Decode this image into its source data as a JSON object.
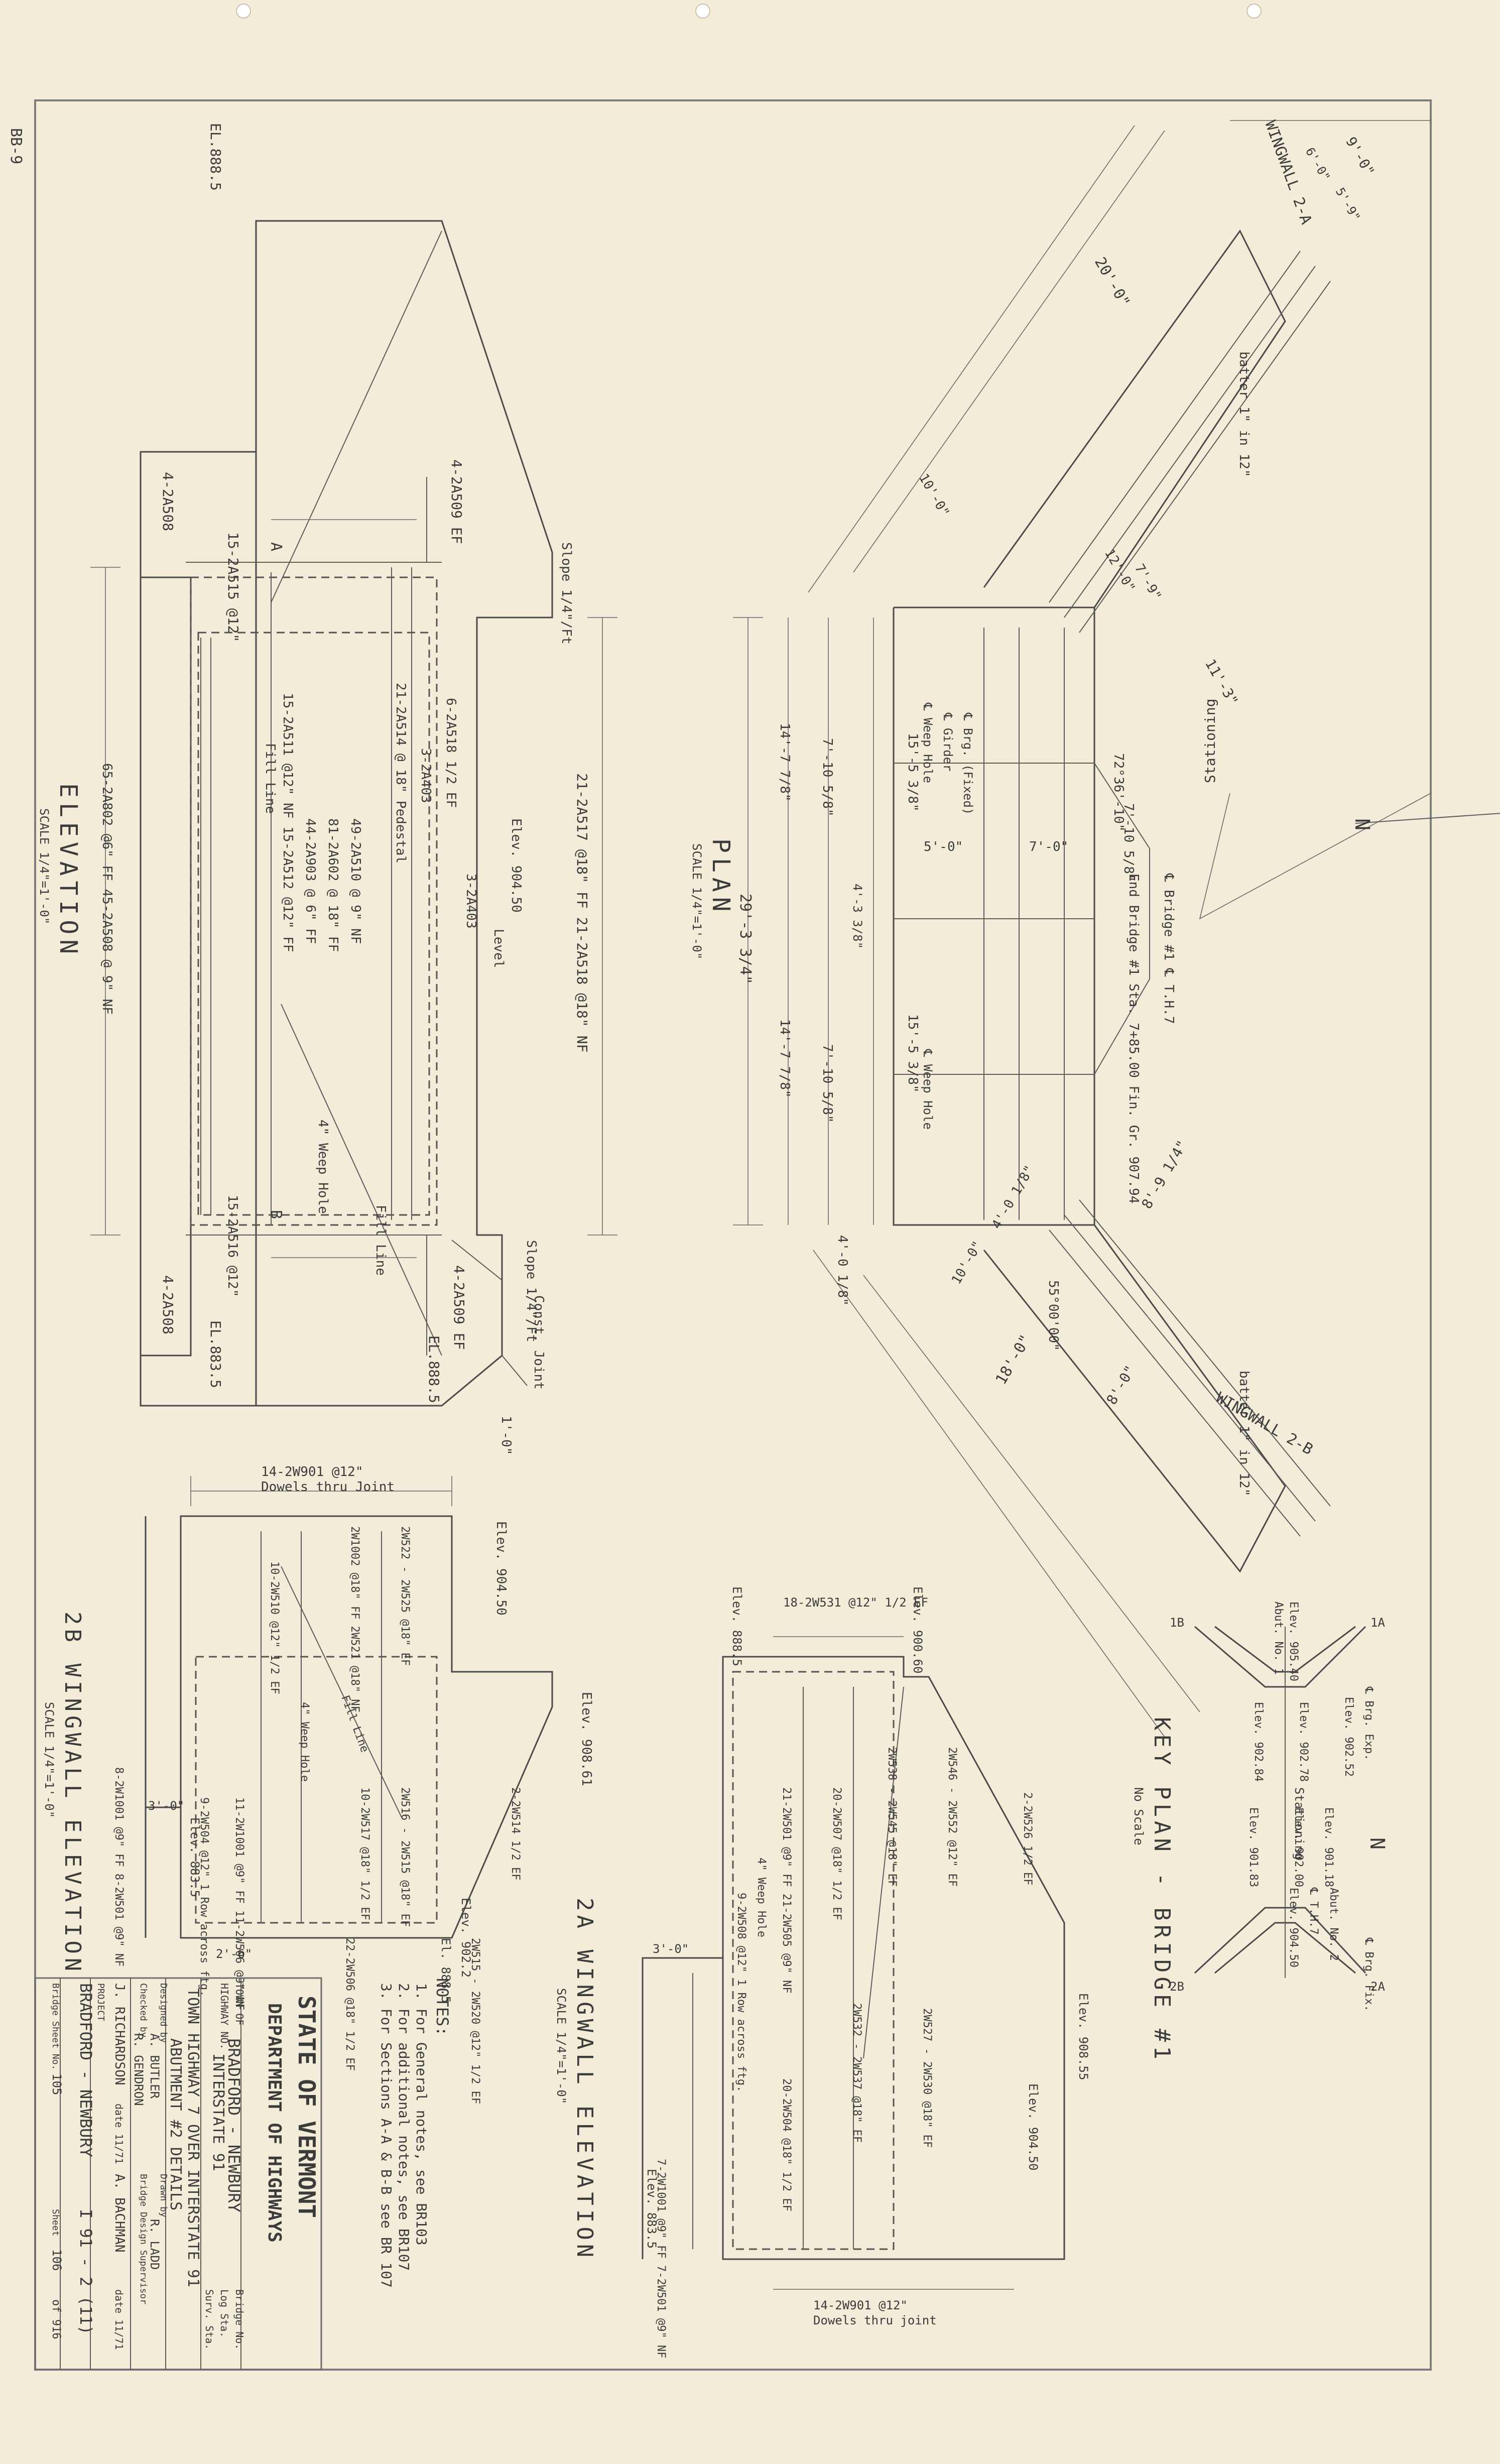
{
  "sheet_number": "BB-9",
  "title_block": {
    "state": "STATE OF VERMONT",
    "department": "DEPARTMENT OF HIGHWAYS",
    "town_label": "TOWN OF",
    "town": "BRADFORD - NEWBURY",
    "highway_label": "HIGHWAY NO.",
    "highway": "INTERSTATE 91",
    "bridge_no_label": "Bridge No.",
    "log_sta_label": "Log Sta.",
    "surv_sta_label": "Surv. Sta.",
    "description_1": "TOWN HIGHWAY 7 OVER INTERSTATE 91",
    "description_2": "ABUTMENT #2 DETAILS",
    "designed_by_label": "Designed by",
    "designed_by": "A. BUTLER",
    "drawn_by_label": "Drawn by",
    "drawn_by": "R. LADD",
    "checked_by_label": "Checked by",
    "checked_by": "R. GENDRON",
    "supervisor_label": "Bridge Design Supervisor",
    "traced_by": "J. RICHARDSON",
    "traced_date": "date 11/71",
    "engineer": "A. BACHMAN",
    "engineer_date": "date 11/71",
    "project_label": "PROJECT",
    "project": "BRADFORD - NEWBURY",
    "project_no": "I 91 - 2 (11)",
    "bridge_sheet_label": "Bridge Sheet No.",
    "bridge_sheet": "105",
    "sheet_label": "Sheet",
    "sheet": "106",
    "sheet_of": "of 916"
  },
  "notes": {
    "heading": "NOTES:",
    "items": [
      "1. For General notes, see BR103",
      "2. For additional notes, see BR107",
      "3. For Sections A-A & B-B see BR 107"
    ]
  },
  "elevation": {
    "title": "ELEVATION",
    "scale": "SCALE 1/4\"=1'-0\"",
    "labels": {
      "el_top_left": "EL.888.5",
      "el_bot_left": "EL.883.5",
      "el_bot_right": "EL.888.5",
      "bar_a": "4-2A508",
      "bar_b": "15-2A515 @12\"",
      "bar_c": "4-2A509 EF",
      "slope_top": "Slope 1/4\"/Ft",
      "slope_bot": "Slope 1/4\"/Ft",
      "bars_15": "15-2A511 @12\" NF 15-2A512 @12\" FF",
      "bars_6": "6-2A518 1/2 EF",
      "bars_3a": "3-2A403",
      "bars_3b": "3-2A403",
      "bars_49": "49-2A510 @ 9\" NF",
      "bars_81": "81-2A602 @ 18\" FF",
      "bars_44": "44-2A903 @ 6\" FF",
      "bars_21a": "21-2A514 @ 18\" Pedestal",
      "bars_21b": "21-2A517 @18\" FF 21-2A518 @18\" NF",
      "elev_904": "Elev. 904.50",
      "level": "Level",
      "fill_line_a": "Fill Line",
      "fill_line_b": "Fill Line",
      "weep": "4\" Weep Hole",
      "bar_d": "15-2A516 @12\"",
      "bar_e": "4-2A508",
      "bar_f": "4-2A509 EF",
      "const_joint": "Const. Joint",
      "dim_a": "1'-0\"",
      "bot_bars": "65-2A802 @6\" FF 45-2A508 @ 9\" NF",
      "sec_a": "A",
      "sec_b": "B"
    }
  },
  "plan": {
    "title": "PLAN",
    "scale": "SCALE 1/4\"=1'-0\"",
    "labels": {
      "wingwall_a": "WINGWALL 2-A",
      "wingwall_b": "WINGWALL 2-B",
      "batter_a": "batter 1\" in 12\"",
      "batter_b": "batter 1\" in 12\"",
      "d_20": "20'-0\"",
      "d_9": "9'-0\"",
      "d_6": "6'-0\"",
      "d_5_9": "5'-9\"",
      "d_10": "10'-0\"",
      "d_11": "11'-3\"",
      "d_12": "12'-0\"",
      "d_7_9": "7'-9\"",
      "angle_a": "72°36'-10\"",
      "angle_b": "55°00'00\"",
      "d_7_10a": "7'-10 5/8\"",
      "d_7_10b": "7'-10 5/8\"",
      "d_7_10c": "7'-10 5/8\"",
      "d_29": "29'-3 3/4\"",
      "d_14": "14'-7 7/8\"",
      "d_14b": "14'-7 7/8\"",
      "d_15a": "15'-5 3/8\"",
      "d_15b": "15'-5 3/8\"",
      "d_4_3": "4'-3 3/8\"",
      "d_8_9": "8'-9 1/4\"",
      "d_10b": "10'-0\"",
      "d_18": "18'-0\"",
      "d_8": "8'-0\"",
      "d_4": "4'-0 1/8\"",
      "d_4b": "4'-0 1/8\"",
      "girder": "℄ Girder",
      "brg": "℄ Brg. (Fixed)",
      "weep_a": "℄ Weep Hole",
      "weep_b": "℄ Weep Hole",
      "d_5": "5'-0\"",
      "d_7": "7'-0\"",
      "end_bridge": "End Bridge #1 Sta. 7+85.00 Fin. Gr. 907.94",
      "bridge_ctr": "℄ Bridge #1 ℄ T.H.7",
      "stationing": "Stationing",
      "north": "N"
    }
  },
  "key_plan": {
    "title": "KEY PLAN - BRIDGE #1",
    "scale": "No Scale",
    "labels": {
      "abut1": "Abut. No. 1",
      "abut2": "Abut. No. 2",
      "elev_1": "Elev. 905.40",
      "elev_2": "Elev. 902.52",
      "elev_3": "Elev. 902.78",
      "elev_4": "Elev. 902.84",
      "elev_5": "Elev. 901.18",
      "elev_6": "Elev. 902.00",
      "elev_7": "Elev. 901.83",
      "elev_8": "Elev. 904.50",
      "brg_exp": "℄ Brg. Exp.",
      "brg_fix": "℄ Brg. Fix.",
      "stationing": "Stationing",
      "th7": "℄ T.H.7",
      "w1a": "1A",
      "w1b": "1B",
      "w2a": "2A",
      "w2b": "2B",
      "north": "N"
    }
  },
  "wing_2b": {
    "title": "2B WINGWALL ELEVATION",
    "scale": "SCALE 1/4\"=1'-0\"",
    "labels": {
      "dowels_top": "14-2W901 @12\"",
      "dowels_thru": "Dowels thru Joint",
      "elev_904": "Elev. 904.50",
      "elev_908": "Elev. 908.61",
      "elev_883": "Elev. 883.5",
      "elev_888": "El. 888.5",
      "elev_902": "Elev. 902.2",
      "bars_a": "2W522 - 2W525 @18\" EF",
      "bars_b": "2W1002 @18\" FF 2W521 @18\" NF",
      "bars_c": "10-2W510 @12\" 1/2 EF",
      "bars_d": "2W516 - 2W515 @18\" EF",
      "bars_e": "10-2W517 @18\" 1/2 EF",
      "bars_f": "11-2W1001 @9\" FF 11-2W506 @9\" NF",
      "bars_g": "9-2W504 @12\" 1 Row across ftg.",
      "bars_h": "22-2W506 @18\" 1/2 EF",
      "bars_i": "2-2W514 1/2 EF",
      "bars_j": "2W515 - 2W520 @12\" 1/2 EF",
      "bars_k": "8-2W1001 @9\" FF 8-2W501 @9\" NF",
      "weep": "4\" Weep Hole",
      "fill": "Fill Line",
      "d_3": "3'-0\"",
      "d_2": "2'-6\""
    }
  },
  "wing_2a": {
    "title": "2A WINGWALL ELEVATION",
    "scale": "SCALE 1/4\"=1'-0\"",
    "labels": {
      "bars_top": "18-2W531 @12\" 1/2 EF",
      "elev_900": "Elev. 900.60",
      "elev_888": "Elev. 888.5",
      "elev_908": "Elev. 908.55",
      "elev_904": "Elev. 904.50",
      "elev_883": "Elev. 883.5",
      "bars_a": "2W546 - 2W552 @12\" EF",
      "bars_b": "2-2W526 1/2 EF",
      "bars_c": "2W538 - 2W545 @18\" EF",
      "bars_d": "21-2W501 @9\" FF 21-2W505 @9\" NF",
      "bars_e": "20-2W507 @18\" 1/2 EF",
      "bars_f": "9-2W508 @12\" 1 Row across ftg.",
      "bars_g": "2W532 - 2W537 @18\" EF",
      "bars_h": "2W527 - 2W530 @18\" EF",
      "bars_i": "20-2W504 @18\" 1/2 EF",
      "bars_j": "7-2W1001 @9\" FF 7-2W501 @9\" NF",
      "dowels": "14-2W901 @12\"",
      "dowels_thru": "Dowels thru joint",
      "weep": "4\" Weep Hole",
      "d_3": "3'-0\""
    }
  }
}
